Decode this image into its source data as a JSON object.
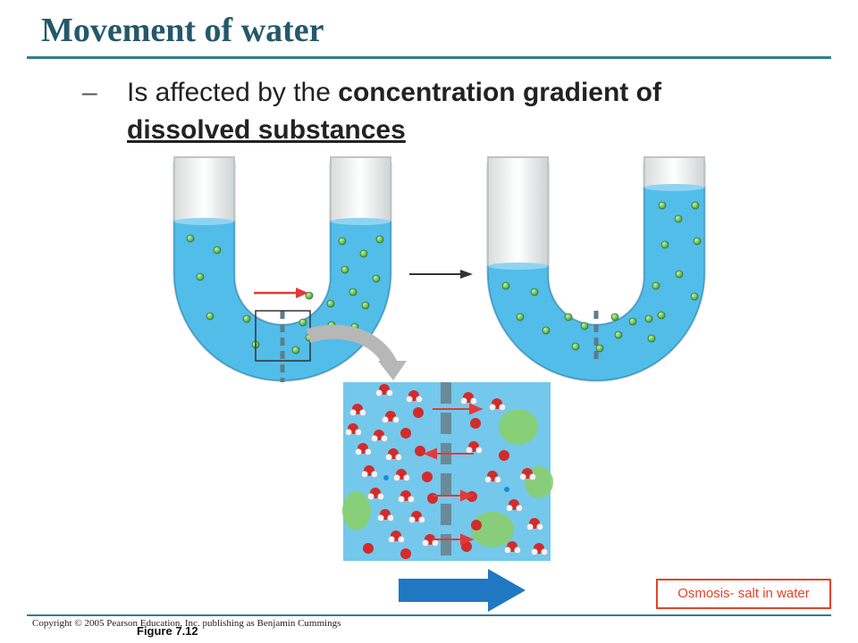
{
  "slide": {
    "title": "Movement of water",
    "bullet": {
      "dash": "–",
      "lead": "Is affected by the ",
      "bold": "concentration gradient of",
      "bold_underlined": "dissolved substances"
    },
    "callout": "Osmosis- salt in water",
    "copyright": "Copyright © 2005 Pearson Education, Inc. publishing as Benjamin Cummings",
    "figure_label": "Figure 7.12"
  },
  "colors": {
    "title": "#24586a",
    "rule": "#2f7f8c",
    "water": "#52bde9",
    "solute": "#5cb84a",
    "arrow_red": "#e23a3a",
    "arrow_blue": "#1f78c1",
    "callout": "#e4432a"
  }
}
